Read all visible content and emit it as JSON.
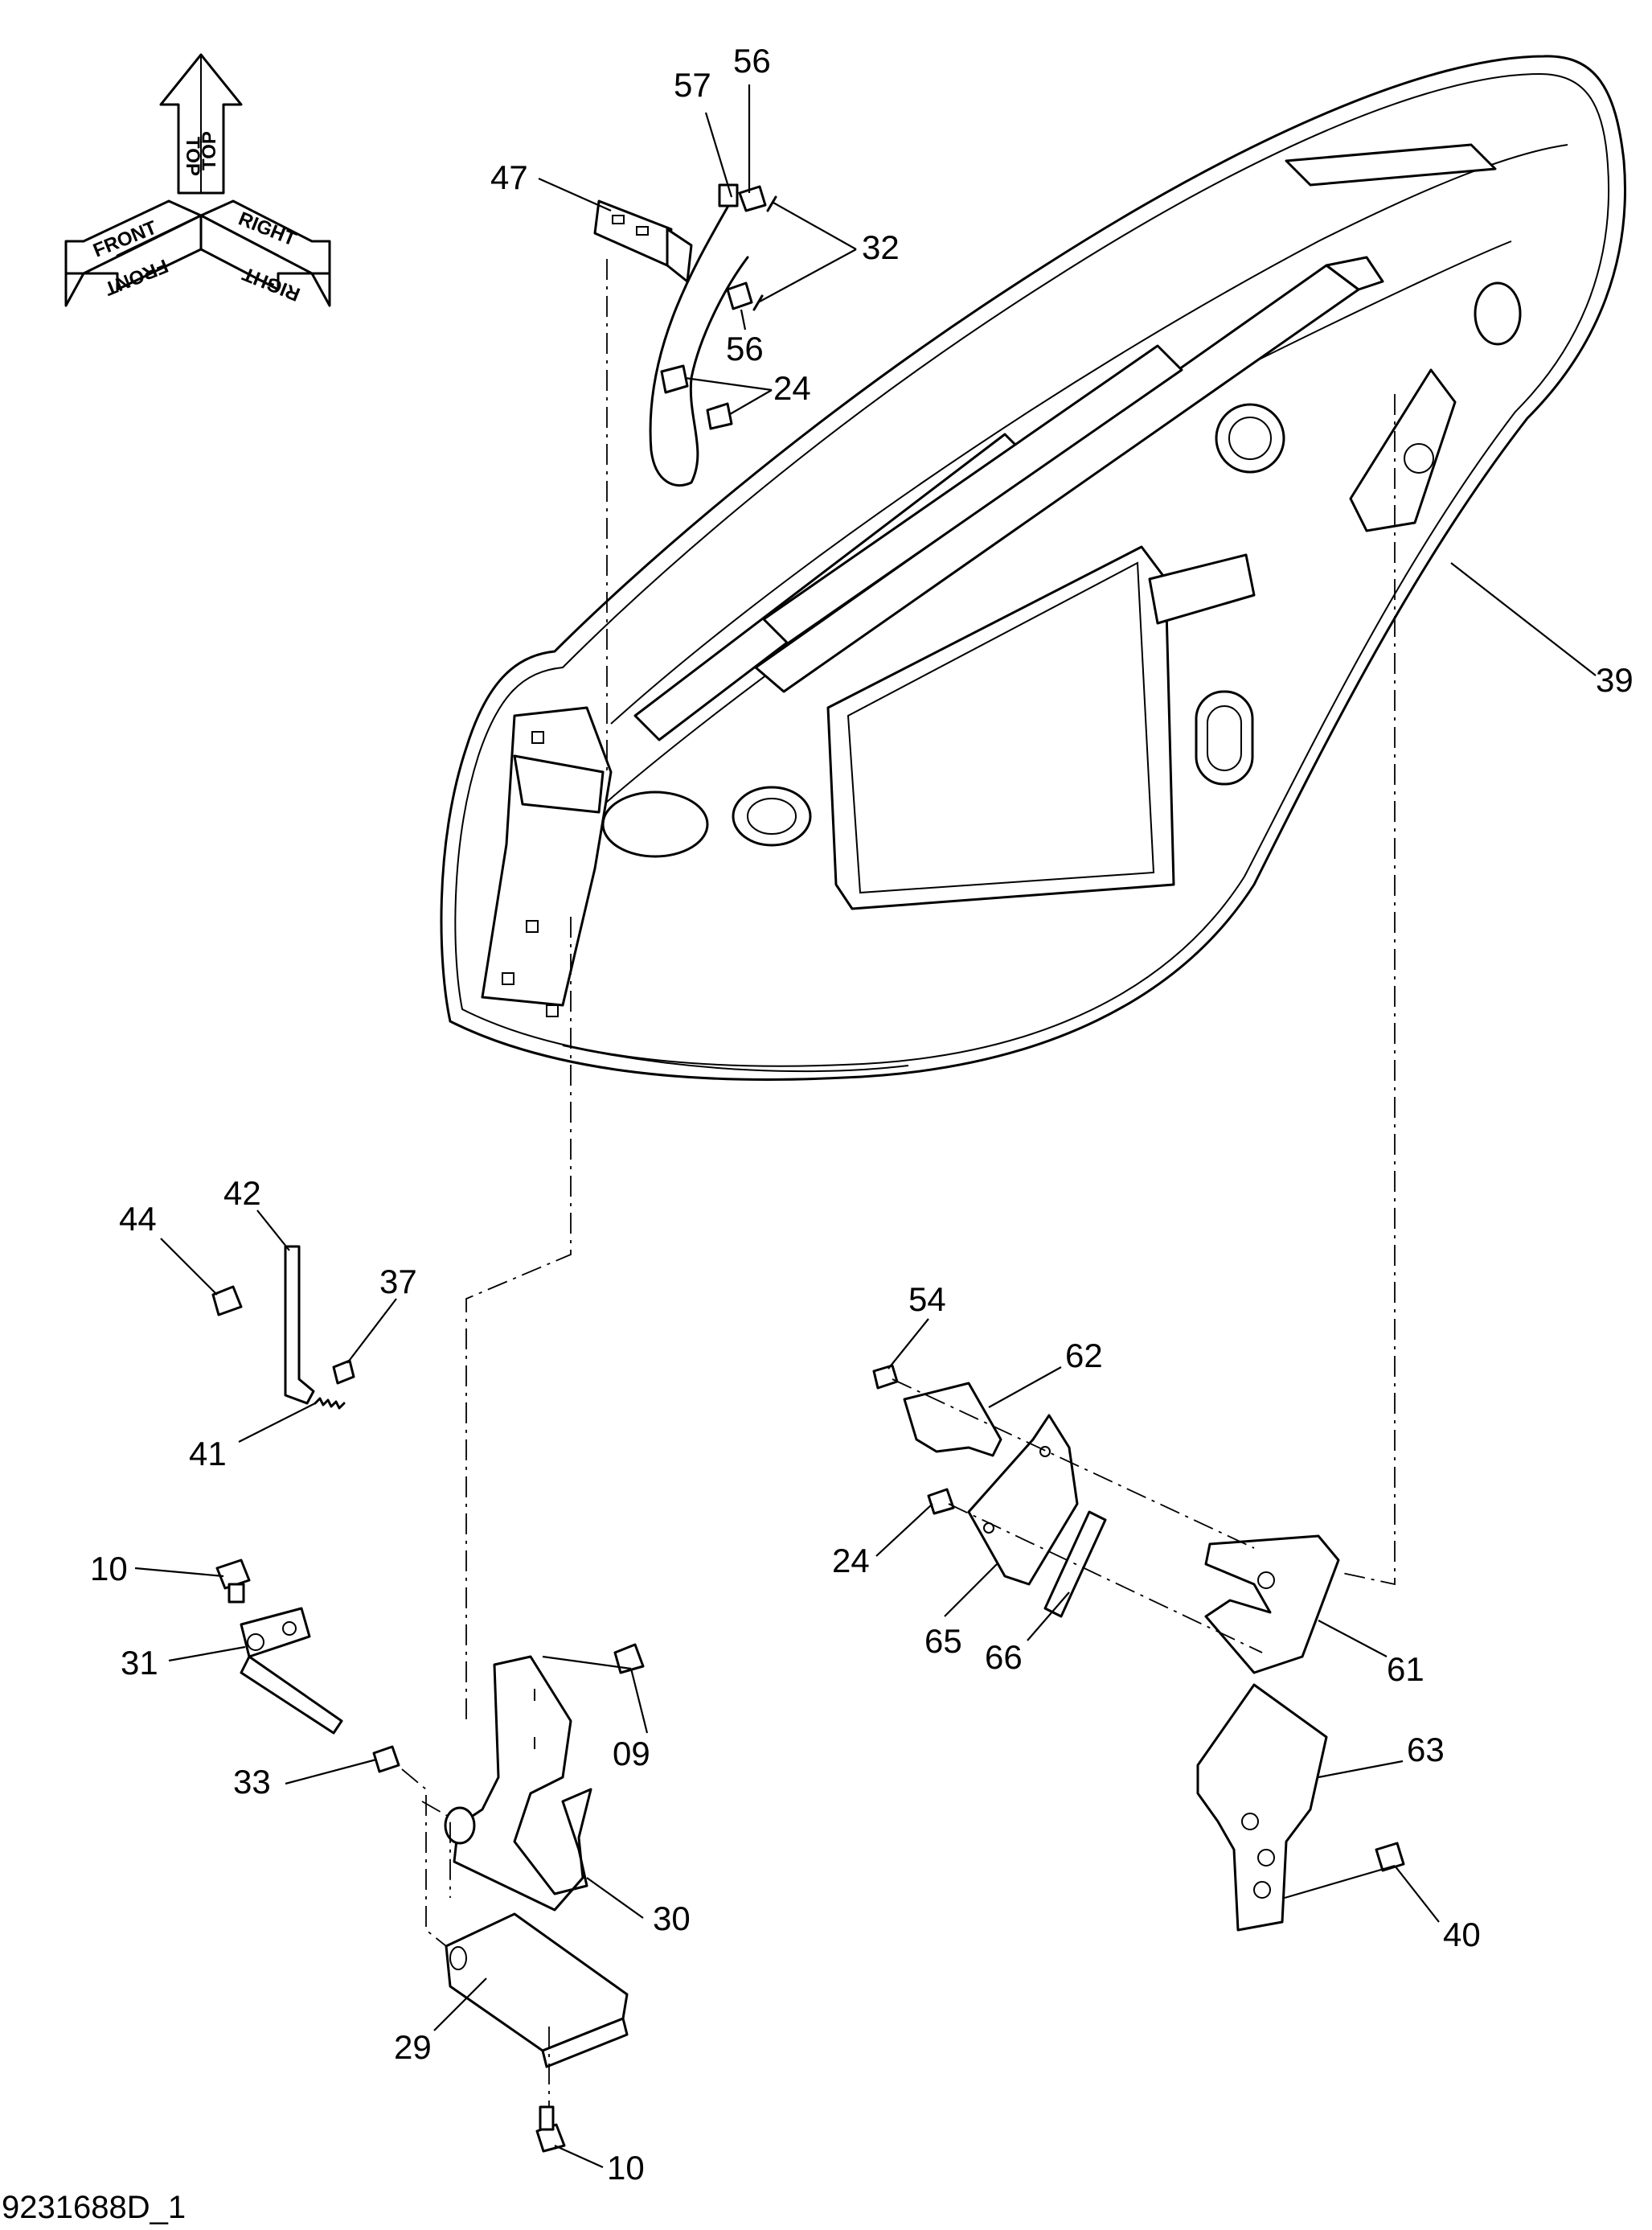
{
  "document_id": "9231688D_1",
  "orientation": {
    "top": "TOP",
    "front": "FRONT",
    "right": "RIGHT"
  },
  "callouts": {
    "p56a": "56",
    "p57": "57",
    "p47": "47",
    "p32": "32",
    "p56b": "56",
    "p24a": "24",
    "p39": "39",
    "p42": "42",
    "p44": "44",
    "p37": "37",
    "p41": "41",
    "p54": "54",
    "p62": "62",
    "p24b": "24",
    "p65": "65",
    "p66": "66",
    "p61": "61",
    "p10a": "10",
    "p31": "31",
    "p09": "09",
    "p33": "33",
    "p30": "30",
    "p63": "63",
    "p40": "40",
    "p29": "29",
    "p10b": "10"
  }
}
